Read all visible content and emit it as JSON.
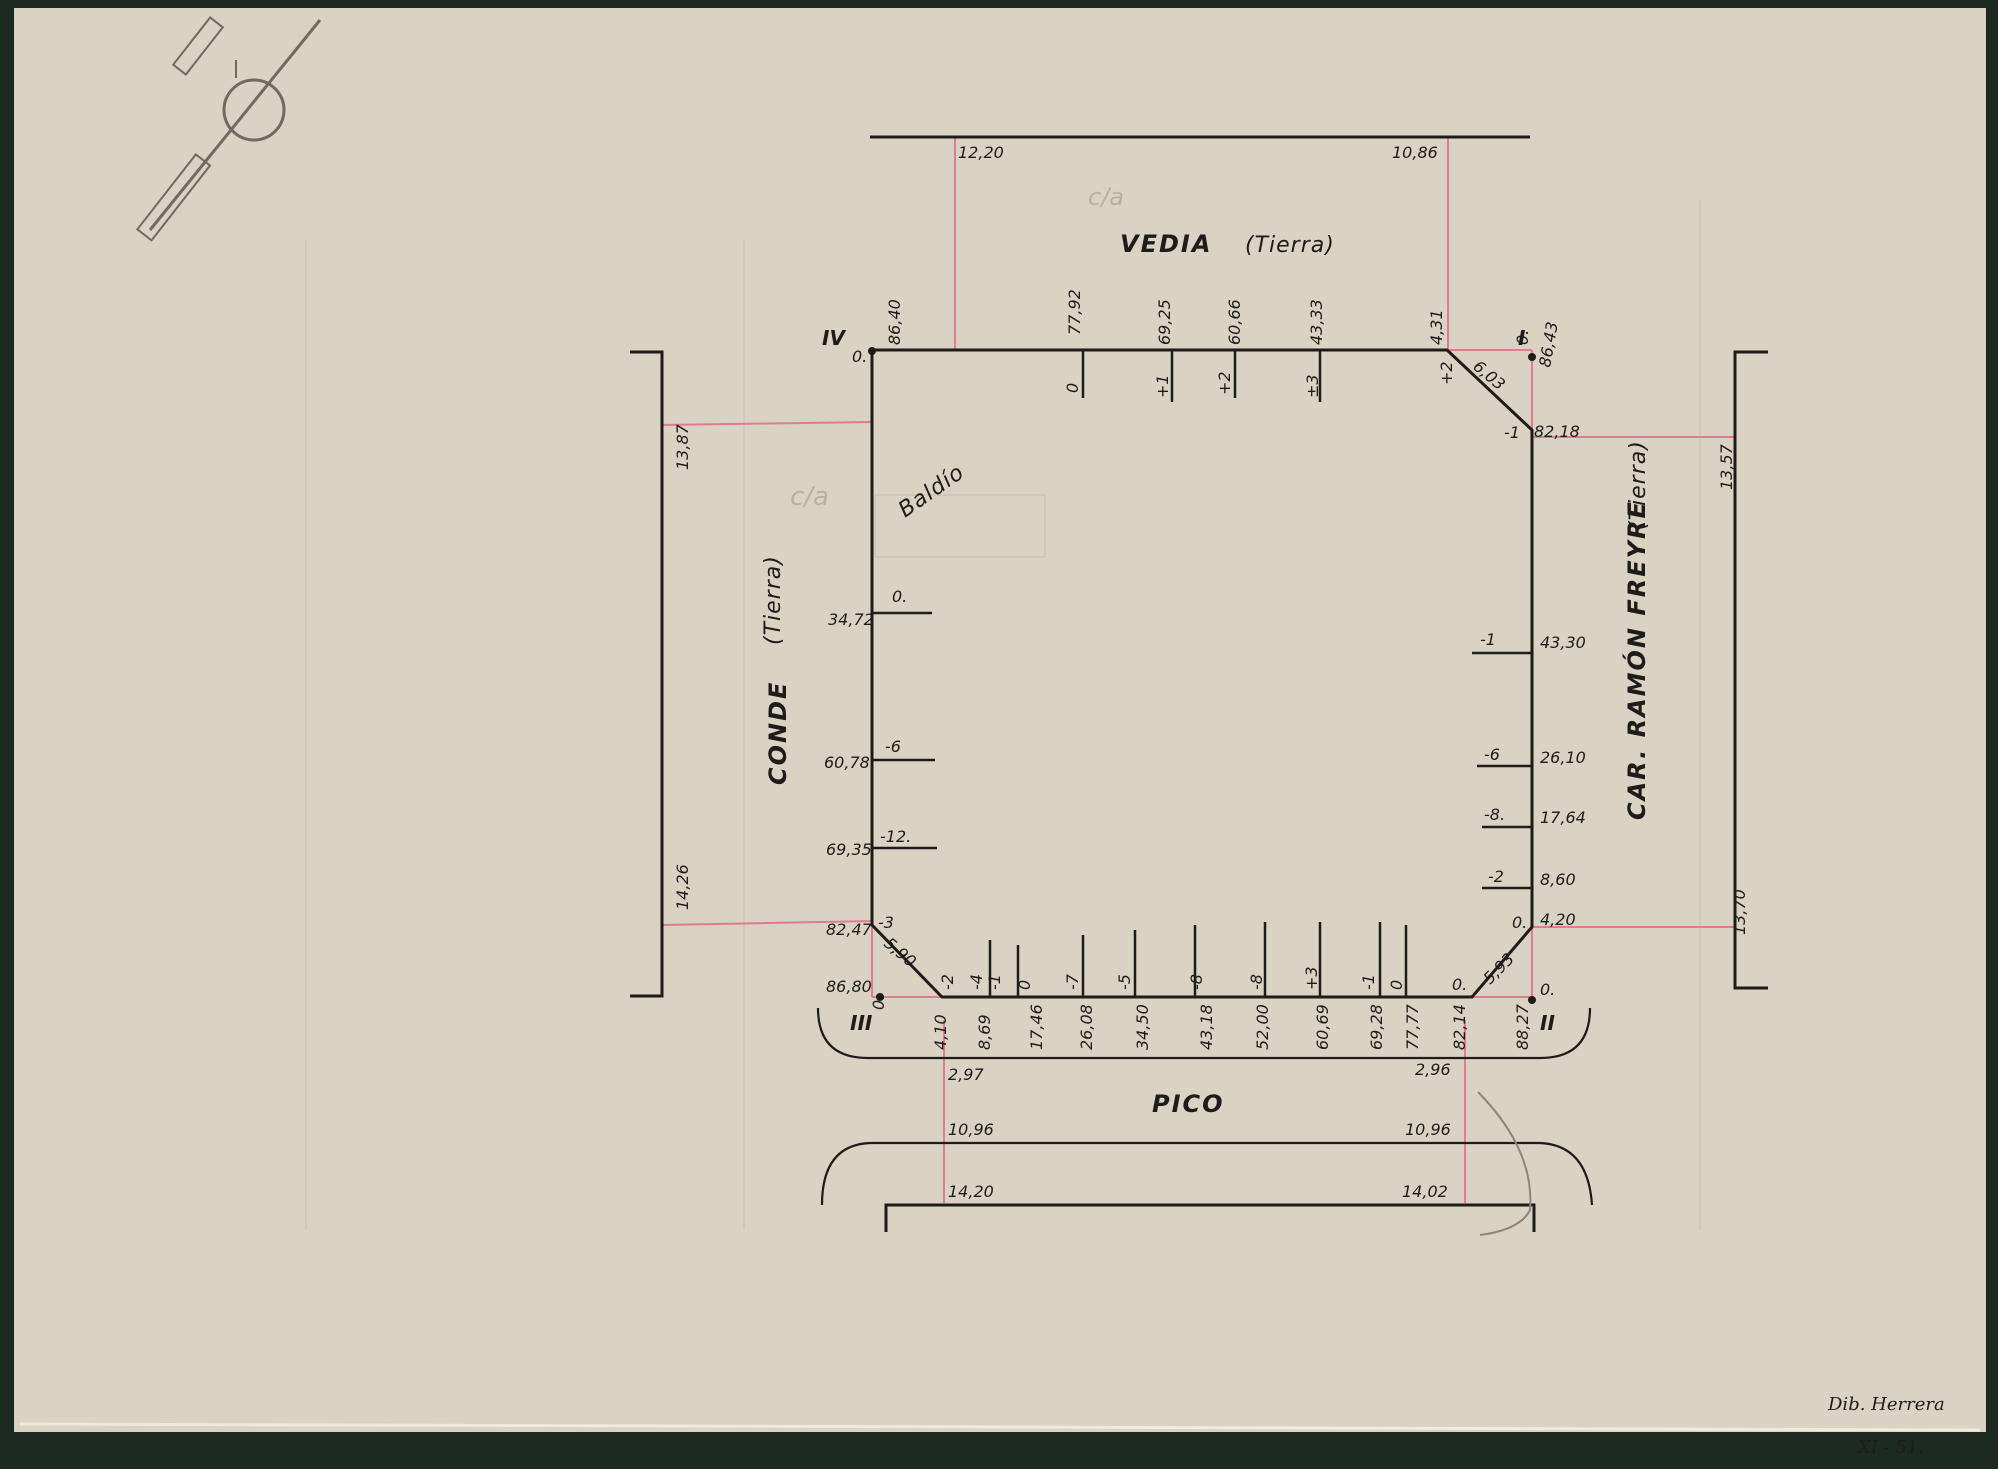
{
  "streets": {
    "north": {
      "name": "VEDIA",
      "surface": "(Tierra)"
    },
    "west": {
      "name": "CONDE",
      "surface": "(Tierra)"
    },
    "east": {
      "name": "CAR. RAMÓN FREYRE",
      "surface": "(Tierra)"
    },
    "south": {
      "name": "PICO",
      "surface": ""
    }
  },
  "vertices": {
    "i": "I",
    "ii": "II",
    "iii": "III",
    "iv": "IV"
  },
  "lot_label": "Baldío",
  "faint_marks": [
    "c/a",
    "c/a"
  ],
  "north_widths": {
    "left": "12,20",
    "right": "10,86"
  },
  "west_widths": {
    "top": "13,87",
    "bottom": "14,26"
  },
  "east_widths": {
    "top": "13,57",
    "bottom": "13,70"
  },
  "south_widths": {
    "curb_left": "2,97",
    "curb_right": "2,96",
    "pave_left": "10,96",
    "pave_right": "10,96",
    "line_left": "14,20",
    "line_right": "14,02"
  },
  "north_side": [
    {
      "dist": "86,40",
      "level": "0."
    },
    {
      "dist": "77,92",
      "level": "0"
    },
    {
      "dist": "69,25",
      "level": "+1"
    },
    {
      "dist": "60,66",
      "level": "+2"
    },
    {
      "dist": "43,33",
      "level": "±3"
    },
    {
      "dist": "4,31",
      "level": "+2"
    },
    {
      "dist": "86,43",
      "level": "0."
    }
  ],
  "chamfer_labels": {
    "ne": "6,03",
    "sw": "5,90",
    "se": "5,93"
  },
  "east_side": [
    {
      "dist": "82,18",
      "level": "-1"
    },
    {
      "dist": "43,30",
      "level": "-1"
    },
    {
      "dist": "26,10",
      "level": "-6"
    },
    {
      "dist": "17,64",
      "level": "-8."
    },
    {
      "dist": "8,60",
      "level": "-2"
    },
    {
      "dist": "4,20",
      "level": "0."
    }
  ],
  "west_side": [
    {
      "dist": "34,72",
      "level": "0."
    },
    {
      "dist": "60,78",
      "level": "-6"
    },
    {
      "dist": "69,35",
      "level": "-12."
    },
    {
      "dist": "82,47",
      "level": "-3"
    },
    {
      "dist": "86,80",
      "level": "0."
    }
  ],
  "south_side": [
    {
      "dist": "4,10",
      "level": "-2"
    },
    {
      "dist": "8,69",
      "level": "-4"
    },
    {
      "dist": "",
      "level": "-1"
    },
    {
      "dist": "17,46",
      "level": "0"
    },
    {
      "dist": "26,08",
      "level": "-7"
    },
    {
      "dist": "34,50",
      "level": "-5"
    },
    {
      "dist": "43,18",
      "level": "-8"
    },
    {
      "dist": "52,00",
      "level": "-8"
    },
    {
      "dist": "60,69",
      "level": "+3"
    },
    {
      "dist": "69,28",
      "level": "-1"
    },
    {
      "dist": "77,77",
      "level": "0"
    },
    {
      "dist": "82,14",
      "level": "0."
    },
    {
      "dist": "88,27",
      "level": "0."
    }
  ],
  "signature": {
    "line1": "Dib. Herrera",
    "line2": "XI - 51."
  },
  "colors": {
    "paper": "#dad2c3",
    "ink": "#1e1c1a",
    "pink": "#e07a95",
    "pencil": "#b8b0a2"
  }
}
